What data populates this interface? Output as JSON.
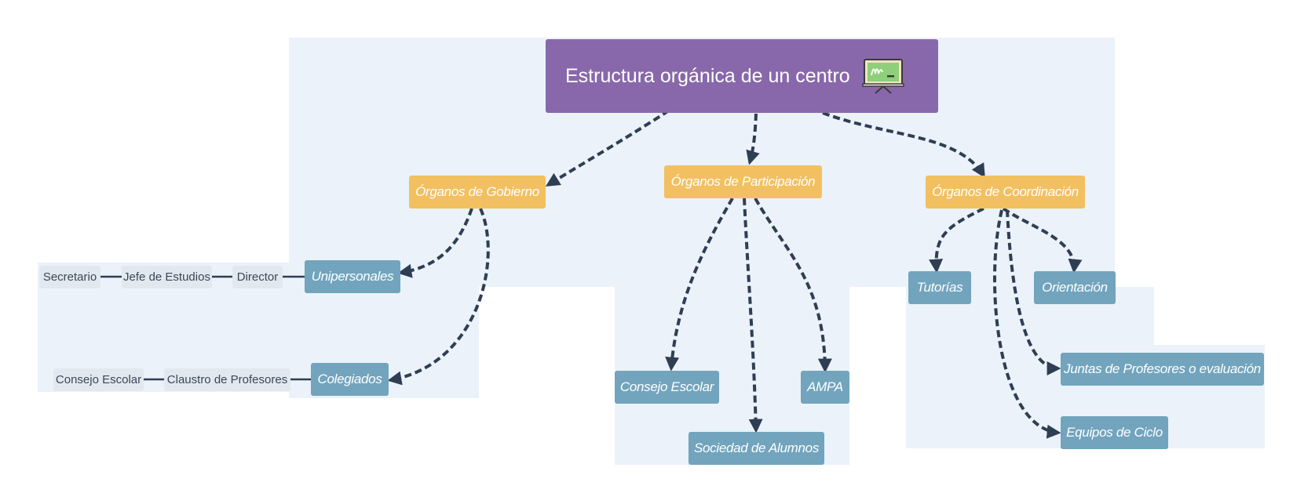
{
  "colors": {
    "root": "#8868ab",
    "branch": "#f2c060",
    "sub": "#72a4bd",
    "leaf": "#e2e8f0",
    "connector": "#2f3e53",
    "background": "#ebf2f9"
  },
  "root": {
    "title": "Estructura orgánica de un centro",
    "icon": "chalkboard-icon"
  },
  "gobierno": {
    "label": "Órganos de Gobierno",
    "unipersonales": {
      "label": "Unipersonales",
      "items": [
        "Director",
        "Jefe de Estudios",
        "Secretario"
      ]
    },
    "colegiados": {
      "label": "Colegiados",
      "items": [
        "Claustro de Profesores",
        "Consejo Escolar"
      ]
    }
  },
  "participacion": {
    "label": "Órganos de Participación",
    "items": [
      "Consejo Escolar",
      "Sociedad de Alumnos",
      "AMPA"
    ]
  },
  "coordinacion": {
    "label": "Órganos de Coordinación",
    "items": [
      "Tutorías",
      "Orientación",
      "Juntas de Profesores o evaluación",
      "Equipos de Ciclo"
    ]
  }
}
